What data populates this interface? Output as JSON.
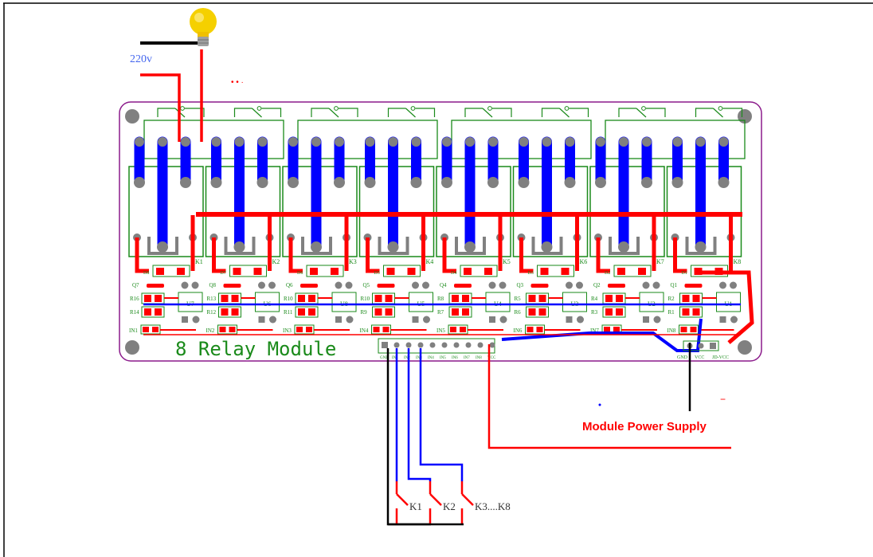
{
  "title": "8 Relay Module wiring diagram",
  "colors": {
    "board_outline": "#8b1a8b",
    "silkscreen": "#1a8a1a",
    "trace_top": "#ff0000",
    "trace_bottom": "#0000ff",
    "pad": "#808080",
    "wire_black": "#000000",
    "label_220v": "#4466ee",
    "power_label": "#ff0000",
    "bulb": "#f5d000"
  },
  "mains": {
    "voltage_label": "220v",
    "load_icon": "light-bulb-icon",
    "ellipsis": "• • ·"
  },
  "board": {
    "title": "8 Relay Module",
    "relays": [
      {
        "id": "K1",
        "driver": "U7",
        "transistor": "Q7",
        "diode": "D8",
        "resistors": [
          "R16",
          "R14"
        ],
        "led": "IN1"
      },
      {
        "id": "K2",
        "driver": "U6",
        "transistor": "Q8",
        "diode": "D7",
        "resistors": [
          "R13",
          "R12"
        ],
        "led": "IN2"
      },
      {
        "id": "K3",
        "driver": "U8",
        "transistor": "Q6",
        "diode": "D6",
        "resistors": [
          "R10",
          "R11"
        ],
        "led": "IN3"
      },
      {
        "id": "K4",
        "driver": "U5",
        "transistor": "Q5",
        "diode": "D5",
        "resistors": [
          "R10",
          "R9"
        ],
        "led": "IN4"
      },
      {
        "id": "K5",
        "driver": "U4",
        "transistor": "Q4",
        "diode": "D4",
        "resistors": [
          "R8",
          "R7"
        ],
        "led": "IN5"
      },
      {
        "id": "K6",
        "driver": "U3",
        "transistor": "Q3",
        "diode": "D3",
        "resistors": [
          "R5",
          "R6"
        ],
        "led": "IN6"
      },
      {
        "id": "K7",
        "driver": "U2",
        "transistor": "Q2",
        "diode": "D2",
        "resistors": [
          "R4",
          "R3"
        ],
        "led": "IN7"
      },
      {
        "id": "K8",
        "driver": "U1",
        "transistor": "Q1",
        "diode": "D1",
        "resistors": [
          "R2",
          "R1"
        ],
        "led": "IN8"
      }
    ],
    "input_header": [
      "GND",
      "IN1",
      "IN2",
      "IN3",
      "IN4",
      "IN5",
      "IN6",
      "IN7",
      "IN8",
      "VCC"
    ],
    "power_header": [
      "GND",
      "VCC",
      "JD-VCC"
    ]
  },
  "switches": {
    "labels": [
      "K1",
      "K2",
      "K3....K8"
    ]
  },
  "power_supply": {
    "label": "Module Power Supply",
    "minus_sign": "−"
  }
}
